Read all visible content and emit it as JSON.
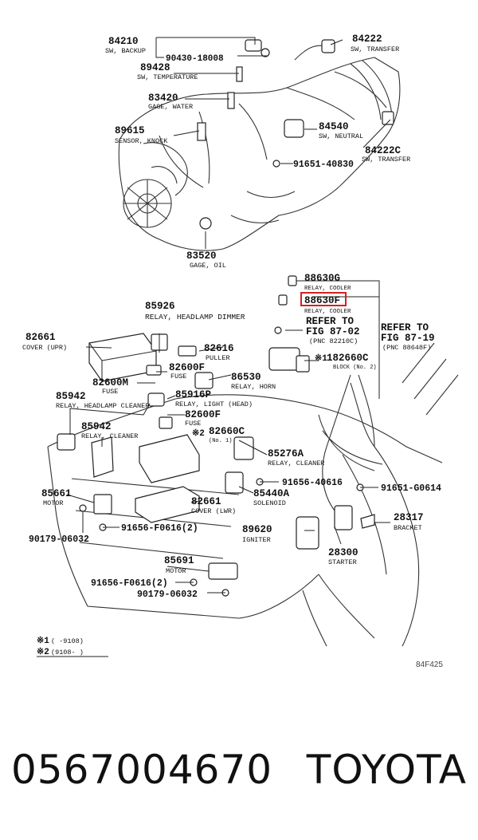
{
  "parts": [
    {
      "num": "84210",
      "desc": "SW, BACKUP"
    },
    {
      "num": "90430-18008",
      "desc": ""
    },
    {
      "num": "89428",
      "desc": "SW, TEMPERATURE"
    },
    {
      "num": "83420",
      "desc": "GAGE, WATER"
    },
    {
      "num": "89615",
      "desc": "SENSOR, KNOCK"
    },
    {
      "num": "83520",
      "desc": "GAGE, OIL"
    },
    {
      "num": "84222",
      "desc": "SW, TRANSFER"
    },
    {
      "num": "84540",
      "desc": "SW, NEUTRAL"
    },
    {
      "num": "84222C",
      "desc": "SW, TRANSFER"
    },
    {
      "num": "91651-40830",
      "desc": ""
    },
    {
      "num": "88630G",
      "desc": "RELAY, COOLER"
    },
    {
      "num": "88630F",
      "desc": "RELAY, COOLER"
    },
    {
      "num": "85926",
      "desc": "RELAY, HEADLAMP DIMMER"
    },
    {
      "num": "82661",
      "desc": "COVER (UPR)"
    },
    {
      "num": "82616",
      "desc": "PULLER"
    },
    {
      "num": "82600F",
      "desc": "FUSE"
    },
    {
      "num": "82600M",
      "desc": "FUSE"
    },
    {
      "num": "86530",
      "desc": "RELAY, HORN"
    },
    {
      "num": "85942",
      "desc": "RELAY, HEADLAMP CLEANER"
    },
    {
      "num": "85916P",
      "desc": "RELAY, LIGHT (HEAD)"
    },
    {
      "num": "82600F",
      "desc": "FUSE"
    },
    {
      "num": "85942",
      "desc": "RELAY, CLEANER"
    },
    {
      "num": "82660C",
      "desc": "(No. 1)"
    },
    {
      "num": "85276A",
      "desc": "RELAY, CLEANER"
    },
    {
      "num": "182660C",
      "desc": "BLOCK (No. 2)"
    },
    {
      "num": "91656-40616",
      "desc": ""
    },
    {
      "num": "91651-G0614",
      "desc": ""
    },
    {
      "num": "85661",
      "desc": "MOTOR"
    },
    {
      "num": "82661",
      "desc": "COVER (LWR)"
    },
    {
      "num": "85440A",
      "desc": "SOLENOID"
    },
    {
      "num": "28317",
      "desc": "BRACKET"
    },
    {
      "num": "91656-F0616(2)",
      "desc": ""
    },
    {
      "num": "90179-06032",
      "desc": ""
    },
    {
      "num": "89620",
      "desc": "IGNITER"
    },
    {
      "num": "28300",
      "desc": "STARTER"
    },
    {
      "num": "85691",
      "desc": "MOTOR"
    },
    {
      "num": "91656-F0616(2)",
      "desc": ""
    },
    {
      "num": "90179-06032",
      "desc": ""
    }
  ],
  "refer1": {
    "line1": "REFER TO",
    "line2": "FIG 87-02",
    "line3": "(PNC 82210C)"
  },
  "refer2": {
    "line1": "REFER TO",
    "line2": "FIG 87-19",
    "line3": "(PNC 88648F)"
  },
  "notes": [
    {
      "mark": "※1",
      "text": "(    -9108)"
    },
    {
      "mark": "※2",
      "text": "(9108-    )"
    }
  ],
  "ref_mark_2": "※2",
  "ref_mark_1": "※1",
  "figure_code": "84F425",
  "highlight_color": "#d42020",
  "footer": {
    "part_number": "0567004670",
    "brand": "TOYOTA"
  }
}
